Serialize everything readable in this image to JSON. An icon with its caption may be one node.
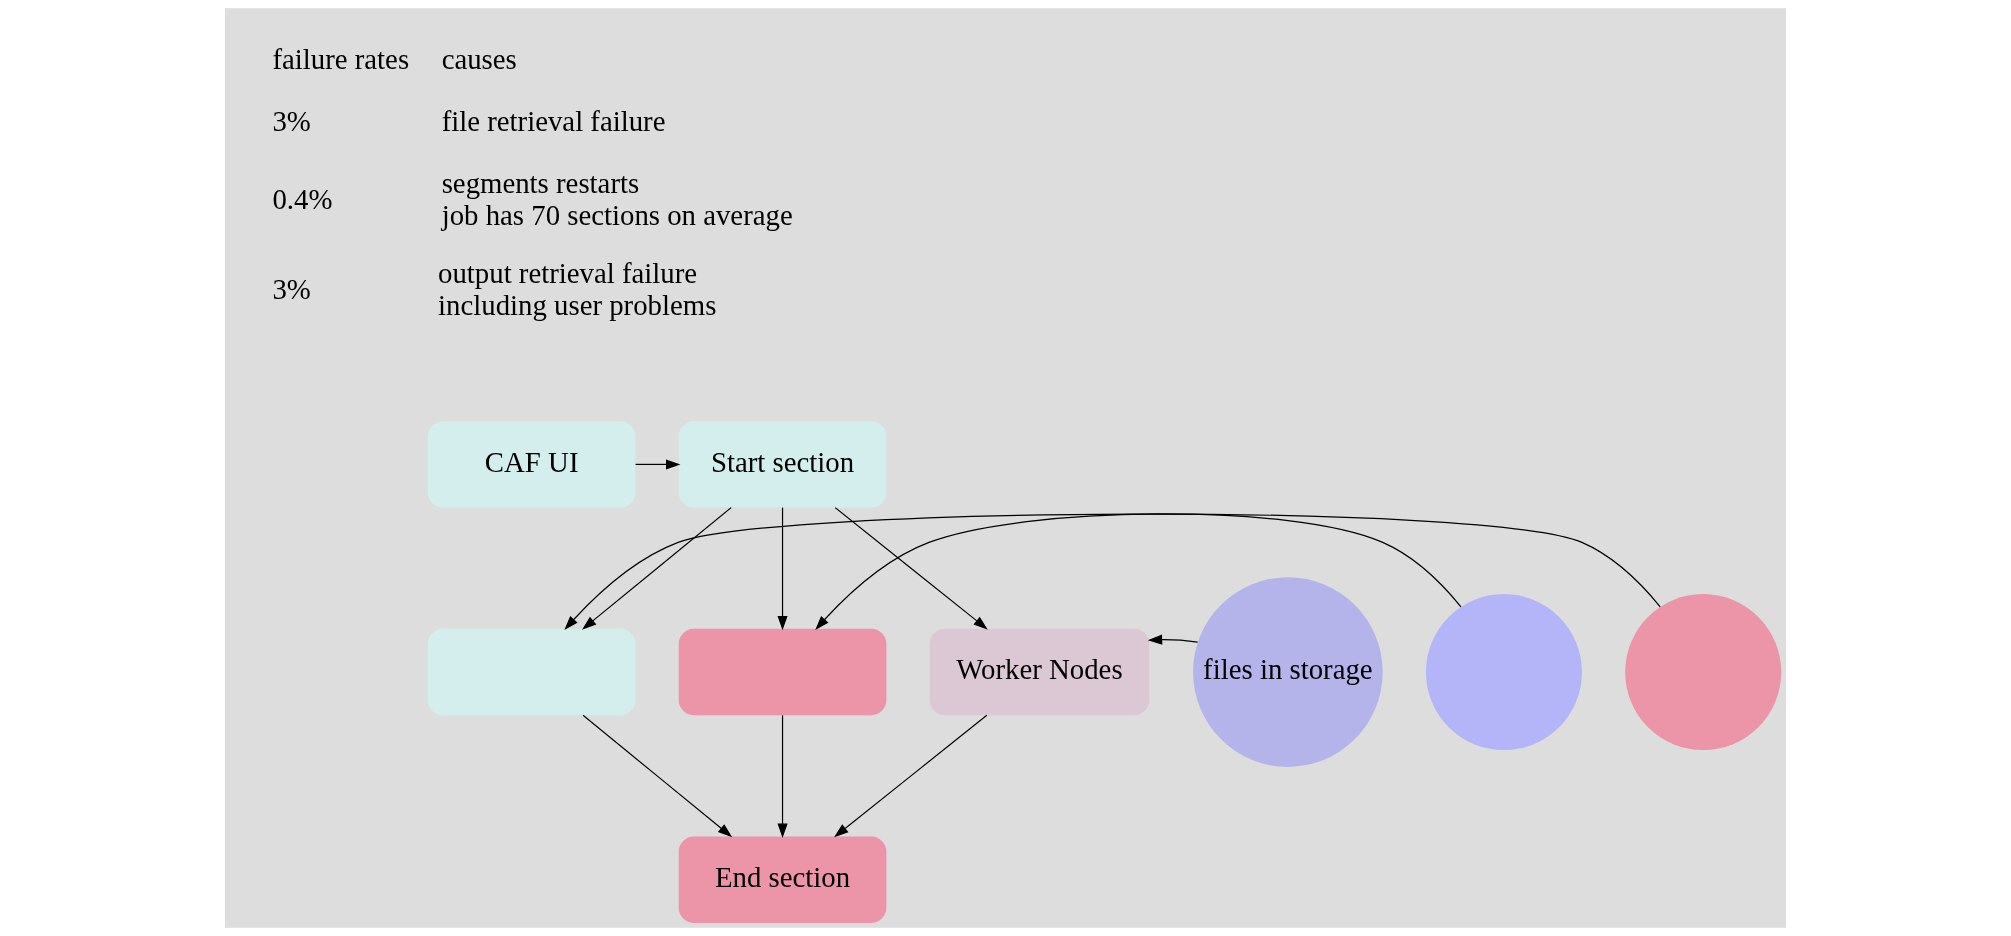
{
  "diagram": {
    "nodes": [
      {
        "text": [
          "CAF UI"
        ]
      },
      {
        "text": [
          "Start section"
        ]
      },
      {
        "text": [],
        "shape": "box"
      },
      {
        "text": [],
        "shape": "box"
      },
      {
        "text": [
          "Worker Nodes"
        ]
      },
      {
        "text": [
          "End section"
        ]
      },
      {
        "text": [
          "files in storage"
        ]
      },
      {
        "text": [],
        "shape": "circle"
      },
      {
        "text": [],
        "shape": "circle"
      }
    ],
    "edges": [
      {
        "from": 0,
        "to": 1,
        "arrow": "to"
      },
      {
        "from": 1,
        "to": 2,
        "arrow": "to"
      },
      {
        "from": 1,
        "to": 3,
        "arrow": "to"
      },
      {
        "from": 1,
        "to": 4,
        "arrow": "to"
      },
      {
        "from": 8,
        "to": 2,
        "arrow": "to"
      },
      {
        "from": 7,
        "to": 3,
        "arrow": "to"
      },
      {
        "from": 6,
        "to": 4,
        "arrow": "to"
      },
      {
        "from": 2,
        "to": 5,
        "arrow": "to"
      },
      {
        "from": 3,
        "to": 5,
        "arrow": "to"
      },
      {
        "from": 4,
        "to": 5,
        "arrow": "to"
      }
    ],
    "labels": [
      "failure rates",
      "causes",
      "3%",
      "file retrieval failure",
      "0.4%",
      "segments restarts",
      "job has 70 sections on average",
      "3%",
      "output retrieval failure",
      "including user problems"
    ]
  }
}
